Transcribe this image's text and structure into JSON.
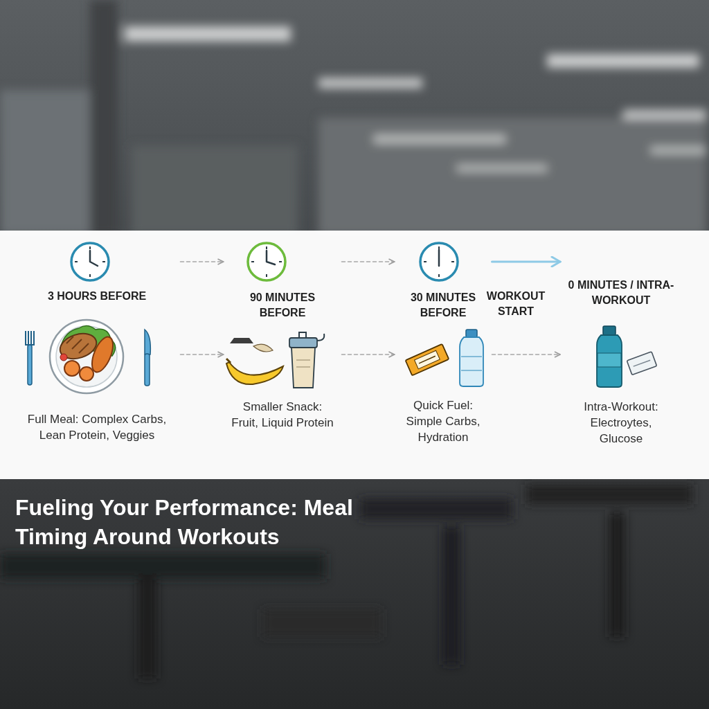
{
  "diagram": {
    "title": "Fueling Your Performance: Meal Timing Around Workouts",
    "nodes": [
      {
        "text": [
          "3 HOURS BEFORE",
          "Full Meal: Complex Carbs, Lean Protein, Veggies"
        ]
      },
      {
        "text": [
          "90 MINUTES BEFORE",
          "Smaller Snack: Fruit, Liquid Protein"
        ]
      },
      {
        "text": [
          "30 MINUTES BEFORE",
          "Quick Fuel: Simple Carbs, Hydration"
        ]
      },
      {
        "text": [
          "0 MINUTES / INTRA-WORKOUT",
          "Intra-Workout: Electroytes, Glucose"
        ]
      }
    ],
    "edges": [
      {
        "from": 0,
        "to": 1,
        "arrow": "to"
      },
      {
        "from": 1,
        "to": 2,
        "arrow": "to"
      },
      {
        "from": 2,
        "to": 3,
        "arrow": "to"
      },
      {
        "from": 0,
        "to": 1,
        "arrow": "to"
      },
      {
        "from": 1,
        "to": 2,
        "arrow": "to"
      },
      {
        "from": 2,
        "to": 3,
        "arrow": "to"
      }
    ],
    "labels": [
      "WORKOUT START"
    ]
  }
}
